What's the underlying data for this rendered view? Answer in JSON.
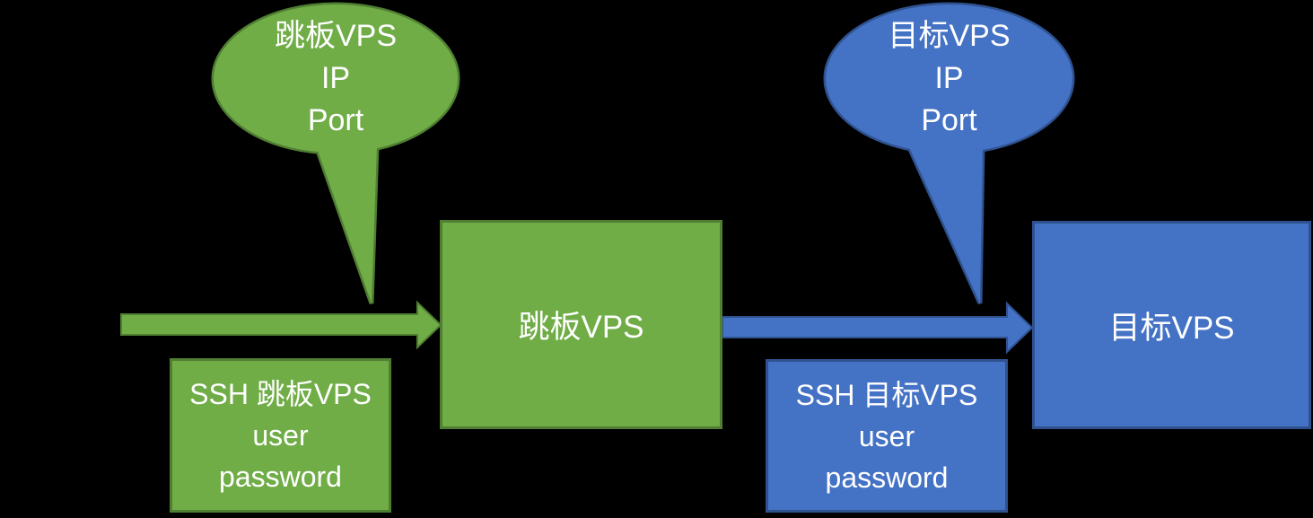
{
  "diagram": {
    "background_color": "#000000",
    "colors": {
      "green_fill": "#70AD47",
      "green_border": "#507E32",
      "blue_fill": "#4472C4",
      "blue_border": "#2F528F",
      "text": "#FFFFFF"
    },
    "callouts": {
      "jump": {
        "lines": [
          "跳板VPS",
          "IP",
          "Port"
        ]
      },
      "target": {
        "lines": [
          "目标VPS",
          "IP",
          "Port"
        ]
      }
    },
    "nodes": {
      "jump": {
        "label": "跳板VPS"
      },
      "target": {
        "label": "目标VPS"
      }
    },
    "credentials": {
      "jump": {
        "lines": [
          "SSH 跳板VPS",
          "user",
          "password"
        ]
      },
      "target": {
        "lines": [
          "SSH 目标VPS",
          "user",
          "password"
        ]
      }
    }
  }
}
